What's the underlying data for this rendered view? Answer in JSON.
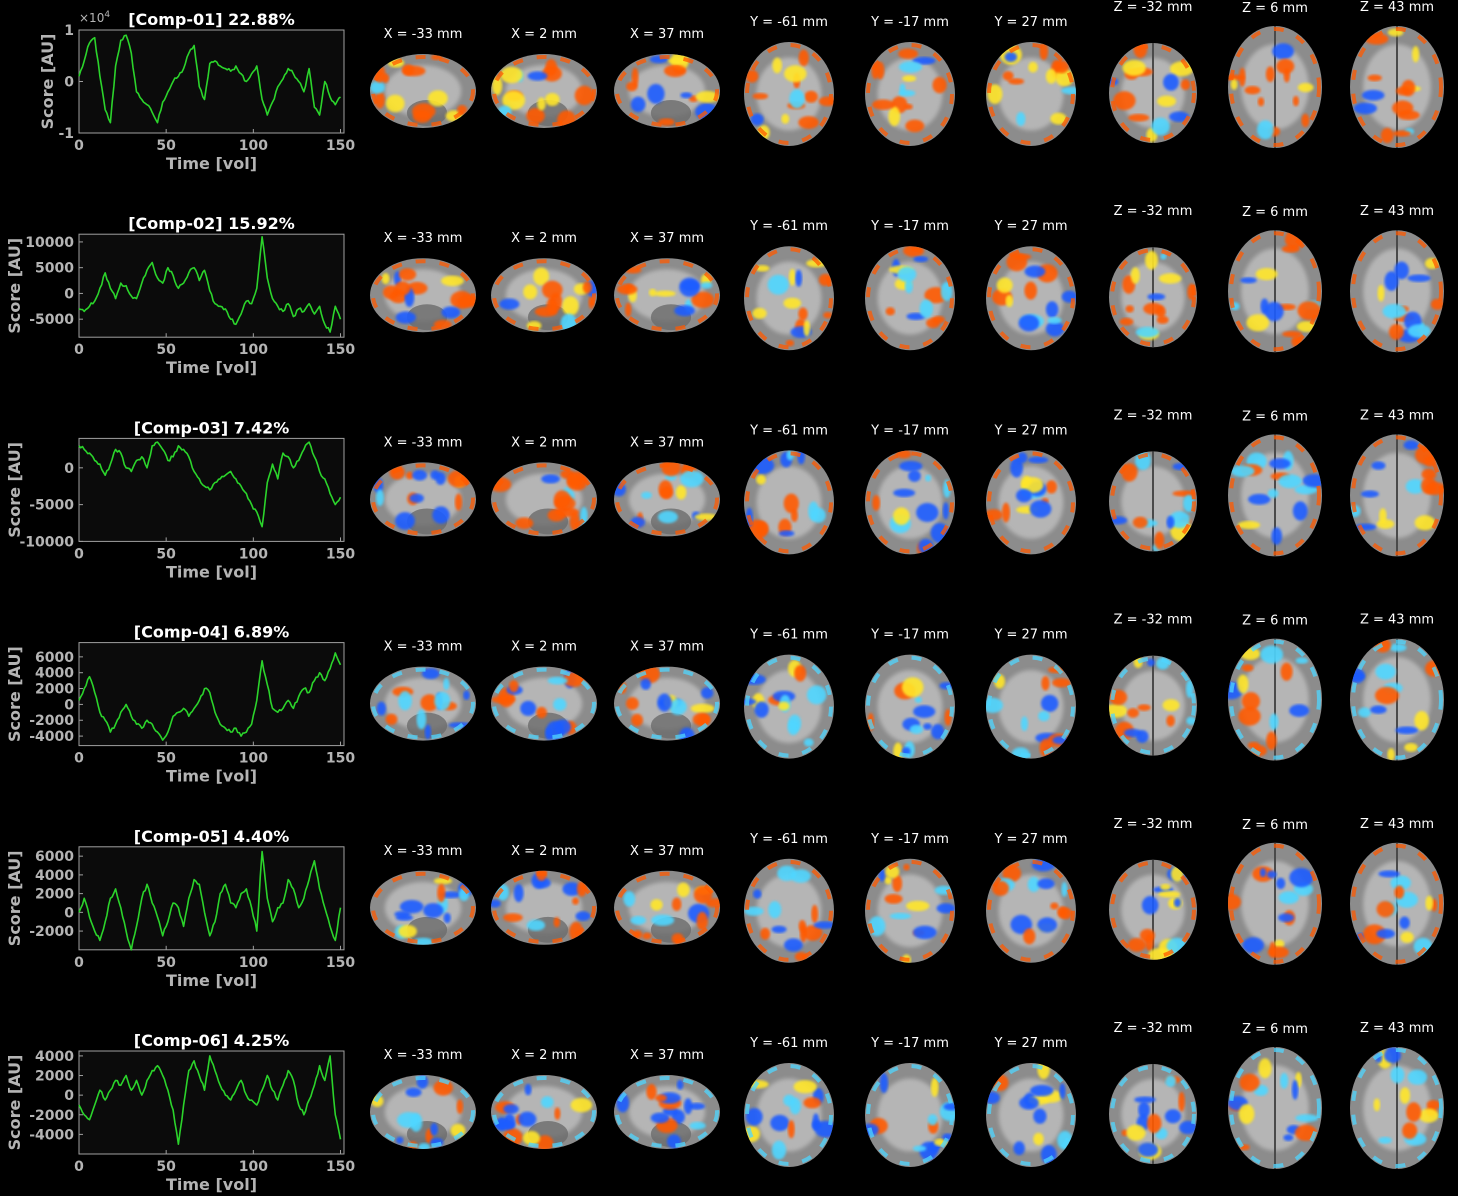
{
  "colors": {
    "background": "#000000",
    "plot_background": "#0b0b0b",
    "axis": "#a0a0a0",
    "tick_text": "#b4b4b4",
    "line": "#2bd42b",
    "title": "#ffffff",
    "slice_label": "#ffffff",
    "positive_low": "#ff5a00",
    "positive_high": "#ffe62a",
    "negative_low": "#1a5cff",
    "negative_high": "#4fd6ff",
    "brain_gray": "#8c8c8c"
  },
  "slice_labels": [
    "X = -33 mm",
    "X = 2 mm",
    "X = 37 mm",
    "Y = -61 mm",
    "Y = -17 mm",
    "Y = 27 mm",
    "Z = -32 mm",
    "Z = 6 mm",
    "Z = 43 mm"
  ],
  "chart_data": [
    {
      "type": "line",
      "title": "[Comp-01] 22.88%",
      "xlabel": "Time [vol]",
      "ylabel": "Score [AU]",
      "exponent_label": "×10",
      "exponent_power": "4",
      "xlim": [
        0,
        152
      ],
      "ylim": [
        -1,
        1
      ],
      "xticks": [
        0,
        50,
        100,
        150
      ],
      "yticks": [
        -1,
        0,
        1
      ],
      "x": [
        0,
        3,
        6,
        9,
        12,
        15,
        18,
        21,
        24,
        27,
        30,
        33,
        36,
        39,
        42,
        45,
        48,
        51,
        54,
        57,
        60,
        63,
        66,
        69,
        72,
        75,
        78,
        81,
        84,
        87,
        90,
        93,
        96,
        99,
        102,
        105,
        108,
        111,
        114,
        117,
        120,
        123,
        126,
        129,
        132,
        135,
        138,
        141,
        144,
        147,
        150
      ],
      "series": [
        {
          "values": [
            0.1,
            0.4,
            0.75,
            0.85,
            0.1,
            -0.55,
            -0.8,
            0.3,
            0.8,
            0.9,
            0.55,
            -0.2,
            -0.35,
            -0.45,
            -0.6,
            -0.8,
            -0.4,
            -0.2,
            0.0,
            0.1,
            0.25,
            0.55,
            0.7,
            -0.1,
            -0.35,
            0.35,
            0.4,
            0.3,
            0.25,
            0.2,
            0.3,
            0.15,
            0.0,
            0.15,
            0.3,
            -0.35,
            -0.65,
            -0.4,
            -0.1,
            0.05,
            0.25,
            0.15,
            0.0,
            -0.2,
            0.25,
            -0.5,
            -0.65,
            0.0,
            -0.3,
            -0.45,
            -0.3
          ]
        }
      ]
    },
    {
      "type": "line",
      "title": "[Comp-02] 15.92%",
      "xlabel": "Time [vol]",
      "ylabel": "Score [AU]",
      "xlim": [
        0,
        152
      ],
      "ylim": [
        -8500,
        11500
      ],
      "xticks": [
        0,
        50,
        100,
        150
      ],
      "yticks": [
        -5000,
        0,
        5000,
        10000
      ],
      "x": [
        0,
        3,
        6,
        9,
        12,
        15,
        18,
        21,
        24,
        27,
        30,
        33,
        36,
        39,
        42,
        45,
        48,
        51,
        54,
        57,
        60,
        63,
        66,
        69,
        72,
        75,
        78,
        81,
        84,
        87,
        90,
        93,
        96,
        99,
        102,
        105,
        108,
        111,
        114,
        117,
        120,
        123,
        126,
        129,
        132,
        135,
        138,
        141,
        144,
        147,
        150
      ],
      "series": [
        {
          "values": [
            -3000,
            -3500,
            -2500,
            -1500,
            1000,
            4000,
            1000,
            -1000,
            2000,
            1500,
            -500,
            -1000,
            2000,
            4500,
            6000,
            3000,
            2000,
            5000,
            3500,
            1000,
            2000,
            4000,
            5000,
            2500,
            4500,
            500,
            -2000,
            -2500,
            -3000,
            -5000,
            -6000,
            -4000,
            -1500,
            -2000,
            1000,
            11000,
            3000,
            -1000,
            -2500,
            -3500,
            -2000,
            -4500,
            -3000,
            -3500,
            -2000,
            -4000,
            -2500,
            -6000,
            -7500,
            -2500,
            -5000
          ]
        }
      ]
    },
    {
      "type": "line",
      "title": "[Comp-03] 7.42%",
      "xlabel": "Time [vol]",
      "ylabel": "Score [AU]",
      "xlim": [
        0,
        152
      ],
      "ylim": [
        -10000,
        4000
      ],
      "xticks": [
        0,
        50,
        100,
        150
      ],
      "yticks": [
        -10000,
        -5000,
        0
      ],
      "x": [
        0,
        3,
        6,
        9,
        12,
        15,
        18,
        21,
        24,
        27,
        30,
        33,
        36,
        39,
        42,
        45,
        48,
        51,
        54,
        57,
        60,
        63,
        66,
        69,
        72,
        75,
        78,
        81,
        84,
        87,
        90,
        93,
        96,
        99,
        102,
        105,
        108,
        111,
        114,
        117,
        120,
        123,
        126,
        129,
        132,
        135,
        138,
        141,
        144,
        147,
        150
      ],
      "series": [
        {
          "values": [
            3000,
            2500,
            2000,
            1000,
            500,
            -1000,
            500,
            2500,
            2000,
            0,
            -500,
            1000,
            1500,
            0,
            3000,
            3500,
            2500,
            1000,
            1500,
            3000,
            2500,
            1500,
            -500,
            -1500,
            -2500,
            -3000,
            -2000,
            -1500,
            -1000,
            -500,
            -1500,
            -2500,
            -3500,
            -5000,
            -6000,
            -8000,
            -2000,
            500,
            -1500,
            2000,
            1500,
            0,
            1000,
            2500,
            3500,
            1500,
            -500,
            -1500,
            -3500,
            -5000,
            -4000
          ]
        }
      ]
    },
    {
      "type": "line",
      "title": "[Comp-04] 6.89%",
      "xlabel": "Time [vol]",
      "ylabel": "Score [AU]",
      "xlim": [
        0,
        152
      ],
      "ylim": [
        -5200,
        7800
      ],
      "xticks": [
        0,
        50,
        100,
        150
      ],
      "yticks": [
        -4000,
        -2000,
        0,
        2000,
        4000,
        6000
      ],
      "x": [
        0,
        3,
        6,
        9,
        12,
        15,
        18,
        21,
        24,
        27,
        30,
        33,
        36,
        39,
        42,
        45,
        48,
        51,
        54,
        57,
        60,
        63,
        66,
        69,
        72,
        75,
        78,
        81,
        84,
        87,
        90,
        93,
        96,
        99,
        102,
        105,
        108,
        111,
        114,
        117,
        120,
        123,
        126,
        129,
        132,
        135,
        138,
        141,
        144,
        147,
        150
      ],
      "series": [
        {
          "values": [
            500,
            2000,
            3500,
            1500,
            -1000,
            -2000,
            -3500,
            -2500,
            -1000,
            0,
            -1500,
            -2500,
            -3000,
            -2000,
            -2500,
            -3500,
            -4500,
            -3500,
            -1500,
            -1000,
            -500,
            -1500,
            -500,
            500,
            2000,
            1500,
            -1000,
            -2500,
            -3000,
            -3500,
            -3000,
            -4000,
            -3500,
            -2500,
            500,
            5500,
            2500,
            -500,
            -1000,
            -500,
            500,
            -500,
            1000,
            2000,
            1500,
            3000,
            4000,
            3000,
            4500,
            6500,
            5000
          ]
        }
      ]
    },
    {
      "type": "line",
      "title": "[Comp-05] 4.40%",
      "xlabel": "Time [vol]",
      "ylabel": "Score [AU]",
      "xlim": [
        0,
        152
      ],
      "ylim": [
        -4000,
        7000
      ],
      "xticks": [
        0,
        50,
        100,
        150
      ],
      "yticks": [
        -2000,
        0,
        2000,
        4000,
        6000
      ],
      "x": [
        0,
        3,
        6,
        9,
        12,
        15,
        18,
        21,
        24,
        27,
        30,
        33,
        36,
        39,
        42,
        45,
        48,
        51,
        54,
        57,
        60,
        63,
        66,
        69,
        72,
        75,
        78,
        81,
        84,
        87,
        90,
        93,
        96,
        99,
        102,
        105,
        108,
        111,
        114,
        117,
        120,
        123,
        126,
        129,
        132,
        135,
        138,
        141,
        144,
        147,
        150
      ],
      "series": [
        {
          "values": [
            0,
            1500,
            -500,
            -2000,
            -3000,
            -1000,
            1500,
            2500,
            500,
            -2000,
            -4000,
            -1500,
            1500,
            3000,
            1000,
            -500,
            -2500,
            -1000,
            1000,
            500,
            -1500,
            1500,
            3500,
            3000,
            0,
            -2500,
            -1000,
            2000,
            3000,
            1000,
            500,
            2000,
            2500,
            500,
            -2000,
            6500,
            1500,
            -1000,
            500,
            1000,
            3500,
            2500,
            500,
            1500,
            3500,
            5500,
            2500,
            500,
            -1500,
            -3000,
            500
          ]
        }
      ]
    },
    {
      "type": "line",
      "title": "[Comp-06] 4.25%",
      "xlabel": "Time [vol]",
      "ylabel": "Score [AU]",
      "xlim": [
        0,
        152
      ],
      "ylim": [
        -6000,
        4500
      ],
      "xticks": [
        0,
        50,
        100,
        150
      ],
      "yticks": [
        -4000,
        -2000,
        0,
        2000,
        4000
      ],
      "x": [
        0,
        3,
        6,
        9,
        12,
        15,
        18,
        21,
        24,
        27,
        30,
        33,
        36,
        39,
        42,
        45,
        48,
        51,
        54,
        57,
        60,
        63,
        66,
        69,
        72,
        75,
        78,
        81,
        84,
        87,
        90,
        93,
        96,
        99,
        102,
        105,
        108,
        111,
        114,
        117,
        120,
        123,
        126,
        129,
        132,
        135,
        138,
        141,
        144,
        147,
        150
      ],
      "series": [
        {
          "values": [
            -1000,
            -2000,
            -2500,
            -1000,
            500,
            -500,
            500,
            1500,
            1000,
            2000,
            500,
            1500,
            0,
            1500,
            2500,
            3000,
            2000,
            500,
            -1500,
            -5000,
            -1000,
            2500,
            3500,
            2000,
            500,
            4000,
            2500,
            1000,
            0,
            -500,
            500,
            1500,
            0,
            -500,
            -1000,
            500,
            2000,
            500,
            -500,
            1000,
            2500,
            1500,
            -1000,
            -2000,
            -500,
            1000,
            3000,
            1500,
            4000,
            -2000,
            -4500
          ]
        }
      ]
    }
  ]
}
